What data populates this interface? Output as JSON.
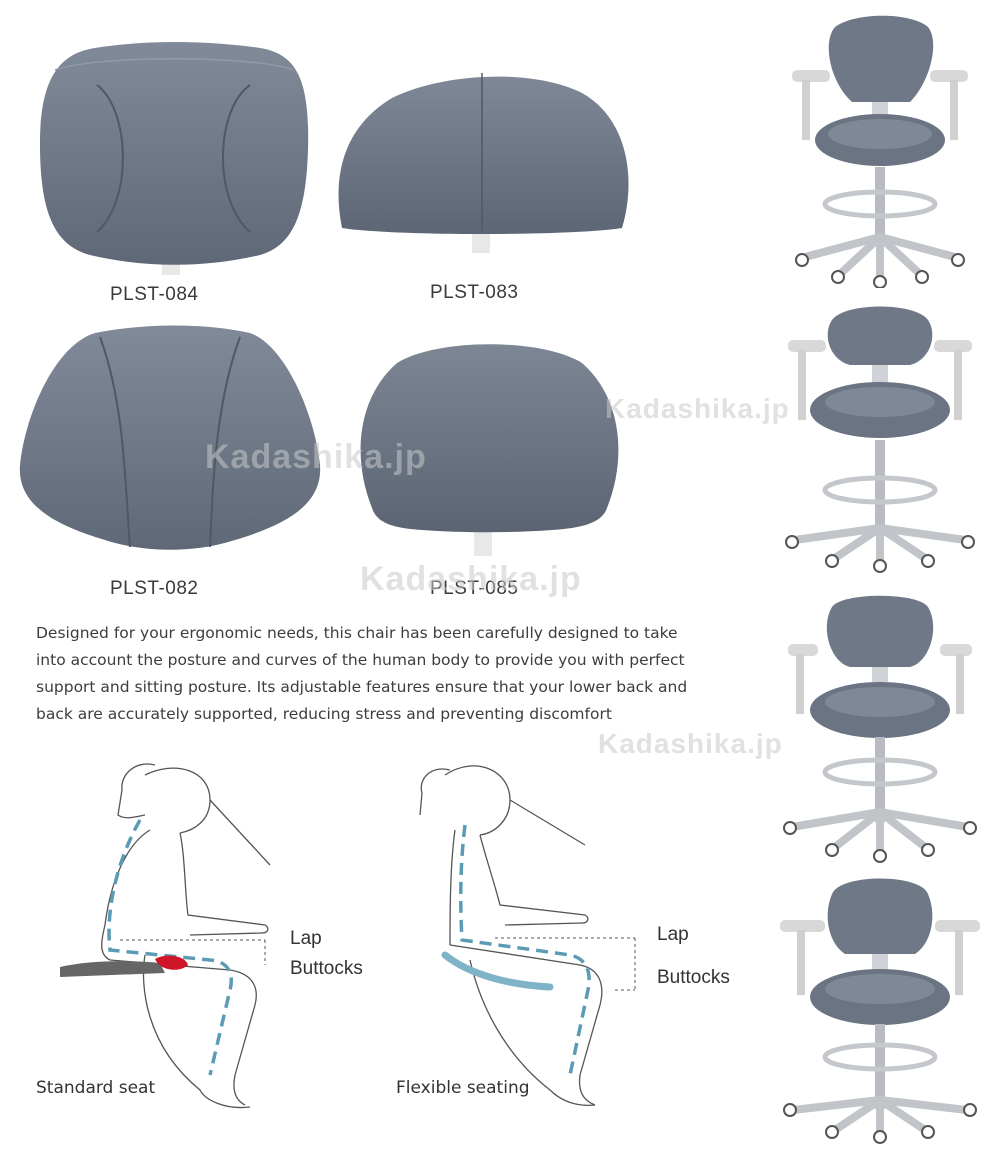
{
  "products": [
    {
      "code": "PLST-084"
    },
    {
      "code": "PLST-083"
    },
    {
      "code": "PLST-082"
    },
    {
      "code": "PLST-085"
    }
  ],
  "description": {
    "lines": [
      "Designed for your ergonomic needs, this chair has been carefully designed to take",
      "into account the posture and curves of the human body to provide you with perfect",
      "support and sitting posture. Its adjustable features ensure that your lower back and",
      "back are accurately supported, reducing stress and preventing discomfort"
    ]
  },
  "diagrams": {
    "standard": {
      "caption": "Standard seat",
      "lap": "Lap",
      "buttocks": "Buttocks"
    },
    "flexible": {
      "caption": "Flexible seating",
      "lap": "Lap",
      "buttocks": "Buttocks"
    }
  },
  "watermark": "Kadashika.jp",
  "colors": {
    "upholstery": "#6e7886",
    "metal": "#c9ccd0",
    "spine_dash": "#5b9bb5",
    "seat_red": "#d0152a",
    "seat_blue": "#7fb3c8"
  }
}
